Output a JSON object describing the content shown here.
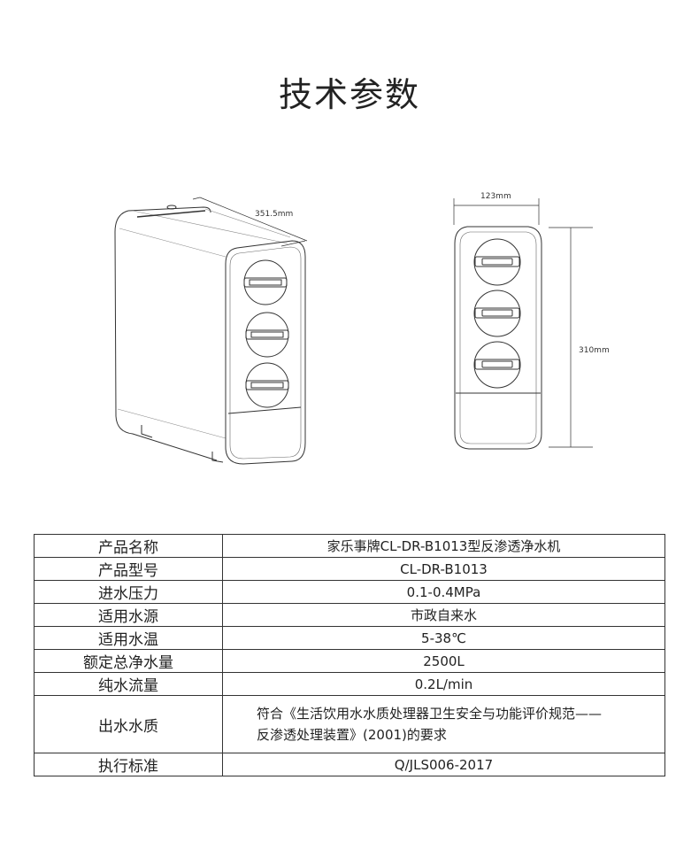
{
  "title": "技术参数",
  "dimensions": {
    "length": "351.5mm",
    "width": "123mm",
    "height": "310mm"
  },
  "specs": [
    {
      "label": "产品名称",
      "value": "家乐事牌CL-DR-B1013型反渗透净水机"
    },
    {
      "label": "产品型号",
      "value": "CL-DR-B1013"
    },
    {
      "label": "进水压力",
      "value": "0.1-0.4MPa"
    },
    {
      "label": "适用水源",
      "value": "市政自来水"
    },
    {
      "label": "适用水温",
      "value": "5-38℃"
    },
    {
      "label": "额定总净水量",
      "value": "2500L"
    },
    {
      "label": "纯水流量",
      "value": "0.2L/min"
    },
    {
      "label": "出水水质",
      "value_line1": "符合《生活饮用水水质处理器卫生安全与功能评价规范——",
      "value_line2": "反渗透处理装置》(2001)的要求"
    },
    {
      "label": "执行标准",
      "value": "Q/JLS006-2017"
    }
  ]
}
